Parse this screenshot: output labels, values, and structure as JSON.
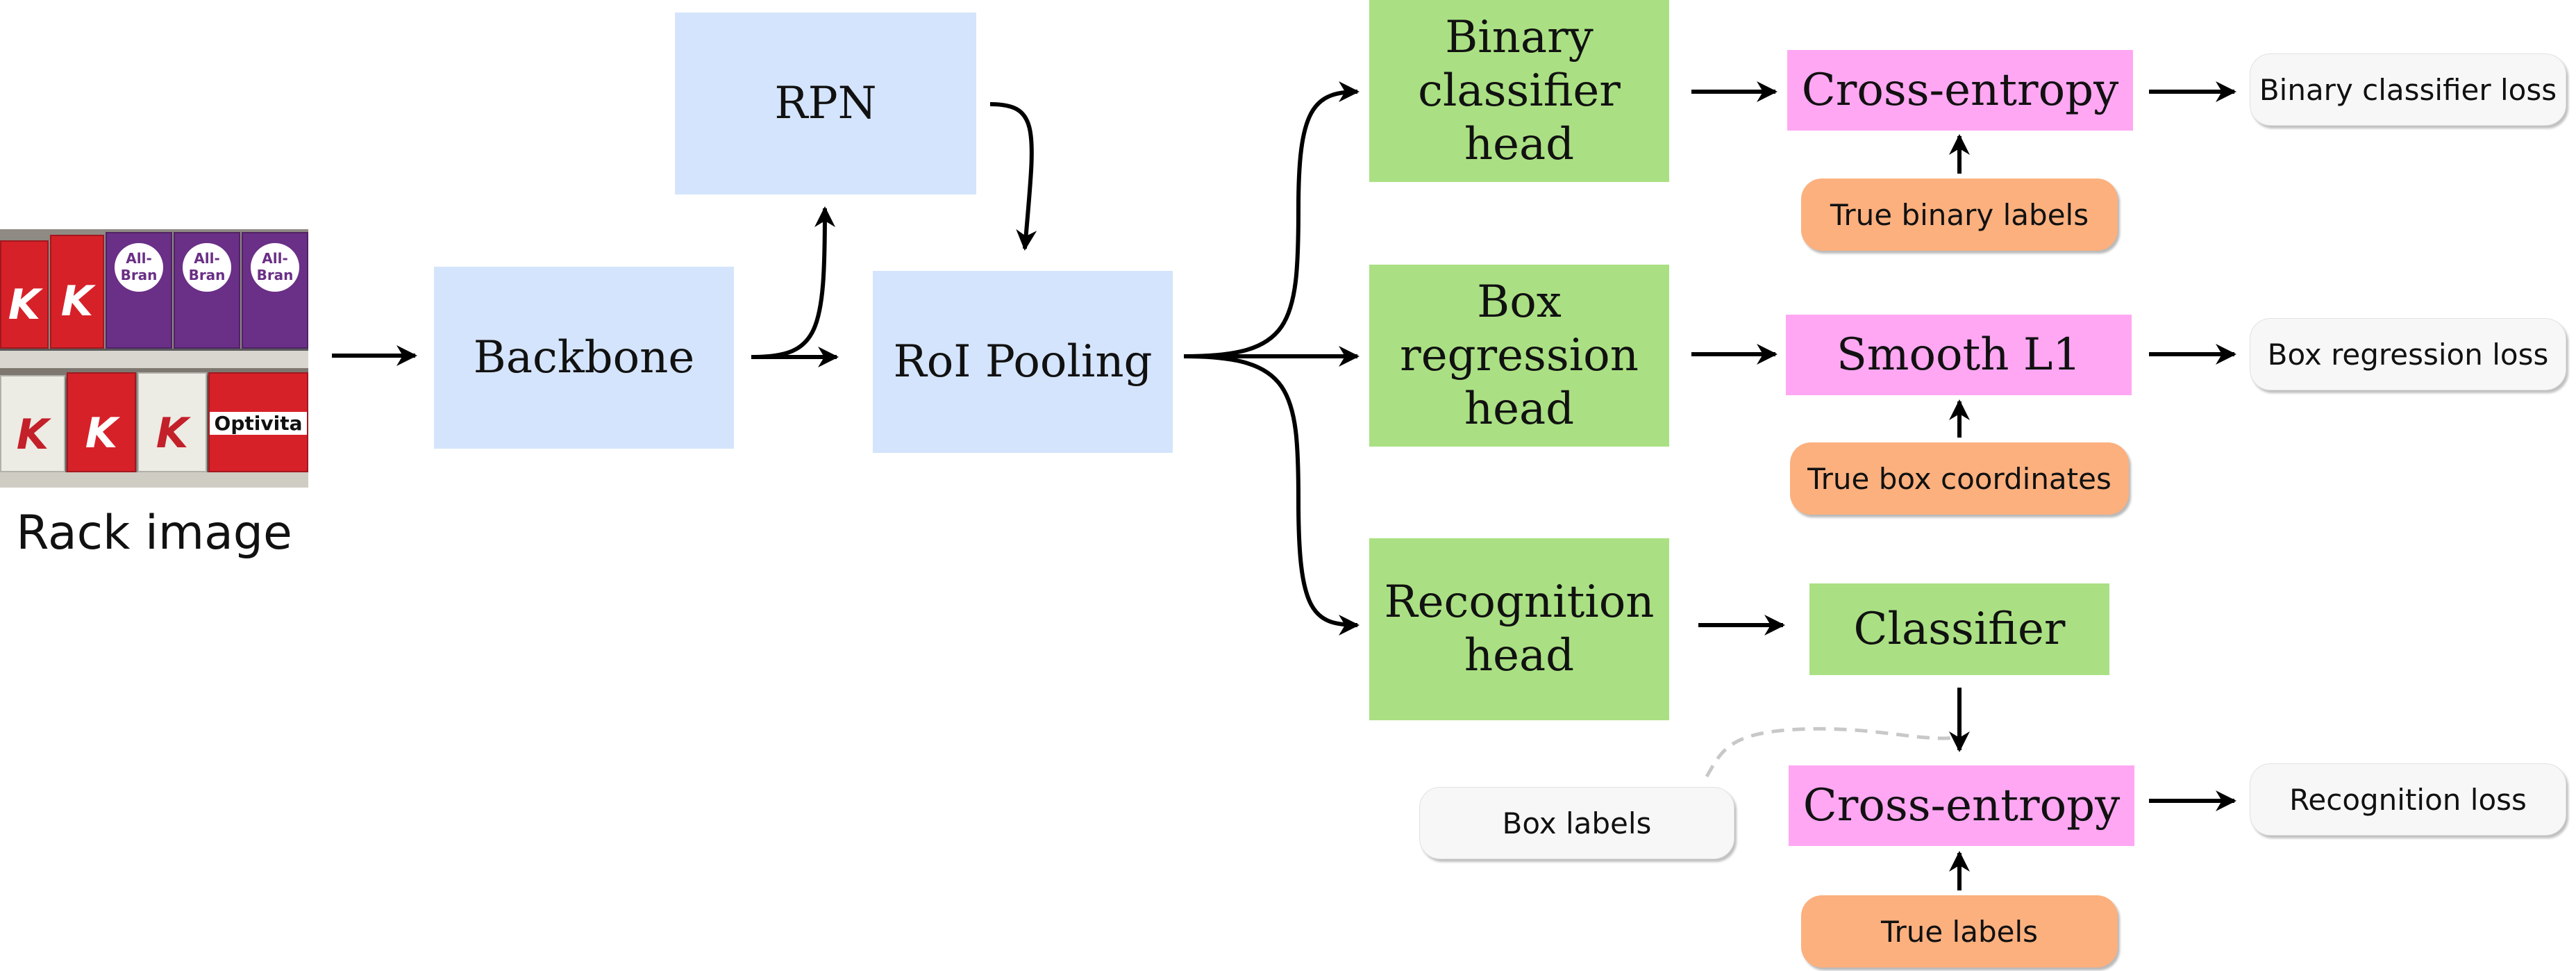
{
  "image": {
    "caption": "Rack image",
    "pack_labels": {
      "all_bran": "All-\nBran",
      "optivita": "Optivita",
      "special_k": "K"
    }
  },
  "nodes": {
    "rpn": "RPN",
    "backbone": "Backbone",
    "roi_pooling": "RoI Pooling",
    "binary_classifier_head": "Binary\nclassifier\nhead",
    "box_regression_head": "Box\nregression\nhead",
    "recognition_head": "Recognition\nhead",
    "cross_entropy_1": "Cross-entropy",
    "smooth_l1": "Smooth L1",
    "classifier": "Classifier",
    "cross_entropy_2": "Cross-entropy"
  },
  "labels": {
    "true_binary_labels": "True binary labels",
    "true_box_coordinates": "True box coordinates",
    "box_labels": "Box labels",
    "true_labels": "True labels"
  },
  "losses": {
    "binary_classifier_loss": "Binary classifier loss",
    "box_regression_loss": "Box regression loss",
    "recognition_loss": "Recognition loss"
  },
  "colors": {
    "network_block": "#d4e4fc",
    "head_block": "#aae083",
    "loss_function": "#ffa7f3",
    "ground_truth": "#fbb07e",
    "loss_output": "#f7f7f7",
    "arrow": "#000000",
    "dashed_link": "#c8c8c8"
  }
}
